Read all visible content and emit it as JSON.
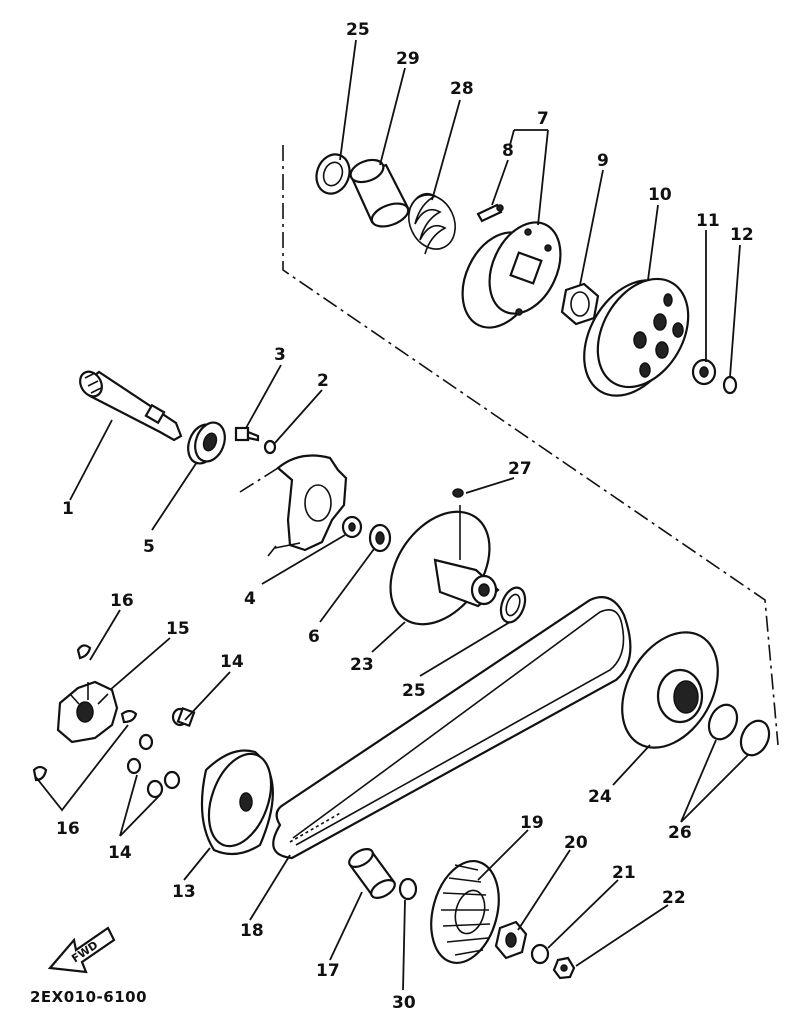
{
  "diagram": {
    "labels": {
      "p1": "1",
      "p2": "2",
      "p3": "3",
      "p4": "4",
      "p5": "5",
      "p6": "6",
      "p7": "7",
      "p8": "8",
      "p9": "9",
      "p10": "10",
      "p11": "11",
      "p12": "12",
      "p13": "13",
      "p14a": "14",
      "p14b": "14",
      "p15": "15",
      "p16a": "16",
      "p16b": "16",
      "p17": "17",
      "p18": "18",
      "p19": "19",
      "p20": "20",
      "p21": "21",
      "p22": "22",
      "p23": "23",
      "p24": "24",
      "p25a": "25",
      "p25b": "25",
      "p26": "26",
      "p27": "27",
      "p28": "28",
      "p29": "29",
      "p30": "30"
    },
    "fwd_label": "FWD",
    "drawing_code": "2EX010-6100"
  }
}
